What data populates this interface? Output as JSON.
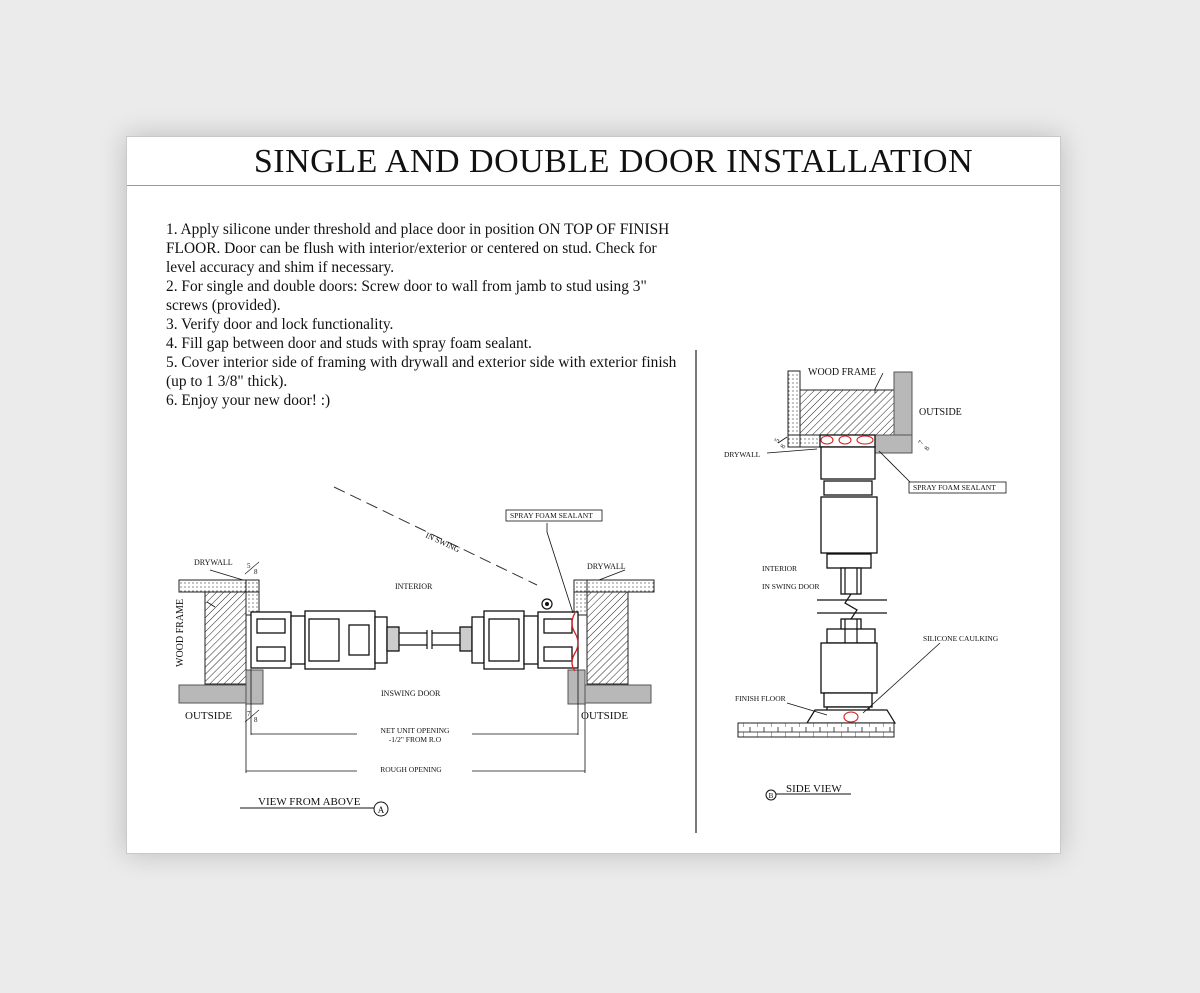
{
  "title": "SINGLE AND DOUBLE DOOR INSTALLATION",
  "steps": [
    "1. Apply silicone under threshold and place door in position ON TOP OF FINISH FLOOR. Door can be flush with interior/exterior or centered on stud. Check for level accuracy and shim if necessary.",
    "2. For single and double doors: Screw door to wall from jamb to stud using 3\" screws (provided).",
    "3. Verify door and lock functionality.",
    "4. Fill gap between door and studs with spray foam sealant.",
    "5. Cover interior side of framing with drywall and exterior side with exterior finish (up to 1 3/8\" thick).",
    "6. Enjoy your new door! :)"
  ],
  "top_view": {
    "label": "VIEW FROM ABOVE",
    "marker": "A",
    "in_swing": "IN SWING",
    "interior": "INTERIOR",
    "inswing_door": "INSWING DOOR",
    "outside_left": "OUTSIDE",
    "outside_right": "OUTSIDE",
    "drywall_left": "DRYWALL",
    "drywall_right": "DRYWALL",
    "wood_frame": "WOOD FRAME",
    "spray_foam": "SPRAY FOAM SEALANT",
    "net_opening_1": "NET UNIT OPENING",
    "net_opening_2": "-1/2\" FROM R.O",
    "rough_opening": "ROUGH OPENING",
    "dim_top_num": "5",
    "dim_top_den": "8",
    "dim_bot_num": "7",
    "dim_bot_den": "8"
  },
  "side_view": {
    "label": "SIDE VIEW",
    "marker": "B",
    "wood_frame": "WOOD FRAME",
    "outside": "OUTSIDE",
    "drywall": "DRYWALL",
    "spray_foam": "SPRAY FOAM SEALANT",
    "interior": "INTERIOR",
    "in_swing_door": "IN SWING DOOR",
    "silicone": "SILICONE CAULKING",
    "finish_floor": "FINISH FLOOR",
    "dim_left_num": "5",
    "dim_left_den": "8",
    "dim_right_num": "7",
    "dim_right_den": "8"
  },
  "colors": {
    "background": "#ebebeb",
    "sheet": "#ffffff",
    "line": "#111111",
    "sealant": "#d42020",
    "gray_fill": "#b8b8b8"
  }
}
